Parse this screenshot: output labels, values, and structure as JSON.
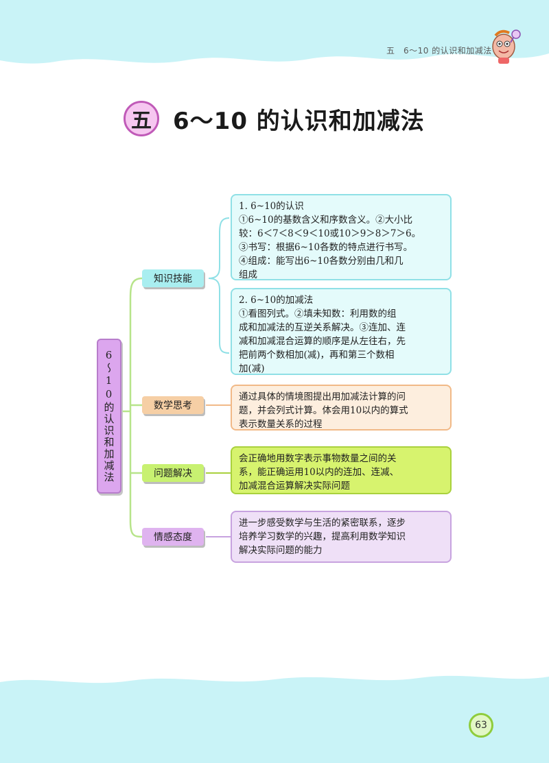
{
  "header": {
    "running_title": "五　6～10 的认识和加减法"
  },
  "title": {
    "chapter_number": "五",
    "text": "6～10 的认识和加减法"
  },
  "root": {
    "label": "6～10的认识和加减法"
  },
  "branches": [
    {
      "tag": "知识技能",
      "boxes": [
        {
          "lines": [
            "1. 6~10的认识",
            "①6~10的基数含义和序数含义。②大小比",
            "较：6＜7＜8＜9＜10或10＞9＞8＞7＞6。",
            "③书写：根据6~10各数的特点进行书写。",
            "④组成：能写出6~10各数分别由几和几",
            "组成"
          ]
        },
        {
          "lines": [
            "2. 6~10的加减法",
            "①看图列式。②填未知数：利用数的组",
            "成和加减法的互逆关系解决。③连加、连",
            "减和加减混合运算的顺序是从左往右，先",
            "把前两个数相加(减)，再和第三个数相",
            "加(减)"
          ]
        }
      ]
    },
    {
      "tag": "数学思考",
      "boxes": [
        {
          "lines": [
            "通过具体的情境图提出用加减法计算的问",
            "题，并会列式计算。体会用10以内的算式",
            "表示数量关系的过程"
          ]
        }
      ]
    },
    {
      "tag": "问题解决",
      "boxes": [
        {
          "lines": [
            "会正确地用数字表示事物数量之间的关",
            "系，能正确运用10以内的连加、连减、",
            "加减混合运算解决实际问题"
          ]
        }
      ]
    },
    {
      "tag": "情感态度",
      "boxes": [
        {
          "lines": [
            "进一步感受数学与生活的紧密联系，逐步",
            "培养学习数学的兴趣，提高利用数学知识",
            "解决实际问题的能力"
          ]
        }
      ]
    }
  ],
  "footer": {
    "page_number": "63"
  },
  "colors": {
    "band": "#c9f3f7",
    "knowledge": "#a9eef0",
    "thinking": "#f6cfa5",
    "problem": "#c8f171",
    "attitude": "#dfb3ef"
  }
}
